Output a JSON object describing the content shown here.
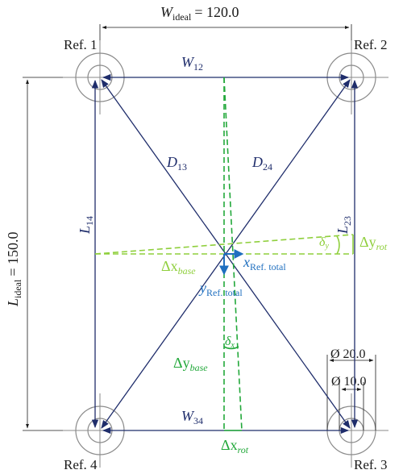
{
  "colors": {
    "navy": "#1f2d6b",
    "blue": "#1f6fbf",
    "green_dark": "#22a83a",
    "green_light": "#8fcf3c",
    "gray": "#8a8a8a",
    "black": "#1a1a1a"
  },
  "dimensions": {
    "width_label": "W",
    "width_sub": "ideal",
    "width_value": "= 120.0",
    "length_label": "L",
    "length_sub": "ideal",
    "length_value": "= 150.0",
    "dia_outer": "Ø 20.0",
    "dia_inner": "Ø 10.0"
  },
  "refs": {
    "r1": "Ref. 1",
    "r2": "Ref. 2",
    "r3": "Ref. 3",
    "r4": "Ref. 4"
  },
  "edges": {
    "w12": {
      "main": "W",
      "sub": "12"
    },
    "w34": {
      "main": "W",
      "sub": "34"
    },
    "l14": {
      "main": "L",
      "sub": "14"
    },
    "l23": {
      "main": "L",
      "sub": "23"
    },
    "d13": {
      "main": "D",
      "sub": "13"
    },
    "d24": {
      "main": "D",
      "sub": "24"
    }
  },
  "axes": {
    "x_main": "x",
    "x_sub": "Ref. total",
    "y_main": "y",
    "y_sub": "Ref. total"
  },
  "deltas": {
    "dx_base_main": "Δx",
    "dx_base_sub": "base",
    "dy_rot_main": "Δy",
    "dy_rot_sub": "rot",
    "dy_base_main": "Δy",
    "dy_base_sub": "base",
    "dx_rot_main": "Δx",
    "dx_rot_sub": "rot",
    "delta_y_main": "δ",
    "delta_y_sub": "y",
    "delta_x_main": "δ",
    "delta_x_sub": "x"
  }
}
